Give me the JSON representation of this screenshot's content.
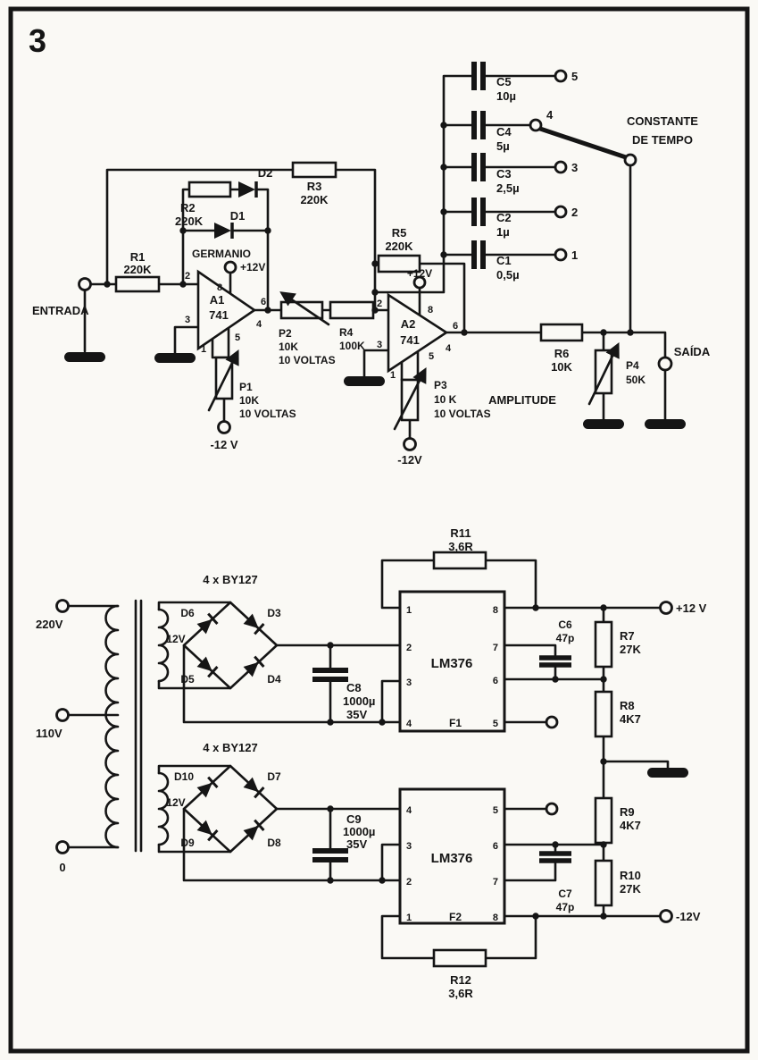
{
  "figure_number": "3",
  "pins": {
    "p1": "1",
    "p2": "2",
    "p3": "3",
    "p4": "4",
    "p5": "5",
    "p6": "6",
    "p7": "7",
    "p8": "8"
  },
  "amp": {
    "entrada": "ENTRADA",
    "saida": "SAÍDA",
    "amplitude": "AMPLITUDE",
    "germanio": "GERMANIO",
    "constante1": "CONSTANTE",
    "constante2": "DE TEMPO",
    "plus12": "+12V",
    "minus12_p1": "-12 V",
    "minus12_p3": "-12V",
    "a1_name": "A1",
    "a1_type": "741",
    "a2_name": "A2",
    "a2_type": "741",
    "r1_name": "R1",
    "r1_val": "220K",
    "r2_name": "R2",
    "r2_val": "220K",
    "r3_name": "R3",
    "r3_val": "220K",
    "r4_name": "R4",
    "r4_val": "100K",
    "r5_name": "R5",
    "r5_val": "220K",
    "r6_name": "R6",
    "r6_val": "10K",
    "p1_name": "P1",
    "p1_val": "10K",
    "p1_turns": "10 VOLTAS",
    "p2_name": "P2",
    "p2_val": "10K",
    "p2_turns": "10 VOLTAS",
    "p3_name": "P3",
    "p3_val": "10 K",
    "p3_turns": "10 VOLTAS",
    "p4_name": "P4",
    "p4_val": "50K",
    "d1": "D1",
    "d2": "D2",
    "c1_name": "C1",
    "c1_val": "0,5µ",
    "c2_name": "C2",
    "c2_val": "1µ",
    "c3_name": "C3",
    "c3_val": "2,5µ",
    "c4_name": "C4",
    "c4_val": "5µ",
    "c5_name": "C5",
    "c5_val": "10µ",
    "t1": "1",
    "t2": "2",
    "t3": "3",
    "t4": "4",
    "t5": "5"
  },
  "psu": {
    "v220": "220V",
    "v110": "110V",
    "v0": "0",
    "by127a": "4 x BY127",
    "by127b": "4 x BY127",
    "sec1": "12V",
    "sec2": "12V",
    "d3": "D3",
    "d4": "D4",
    "d5": "D5",
    "d6": "D6",
    "d7": "D7",
    "d8": "D8",
    "d9": "D9",
    "d10": "D10",
    "c8_name": "C8",
    "c8_val": "1000µ",
    "c8_v": "35V",
    "c9_name": "C9",
    "c9_val": "1000µ",
    "c9_v": "35V",
    "c6_name": "C6",
    "c6_val": "47p",
    "c7_name": "C7",
    "c7_val": "47p",
    "r7_name": "R7",
    "r7_val": "27K",
    "r8_name": "R8",
    "r8_val": "4K7",
    "r9_name": "R9",
    "r9_val": "4K7",
    "r10_name": "R10",
    "r10_val": "27K",
    "r11_name": "R11",
    "r11_val": "3,6R",
    "r12_name": "R12",
    "r12_val": "3,6R",
    "ic1_name": "LM376",
    "ic1_f": "F1",
    "ic2_name": "LM376",
    "ic2_f": "F2",
    "plus12": "+12 V",
    "minus12": "-12V"
  }
}
